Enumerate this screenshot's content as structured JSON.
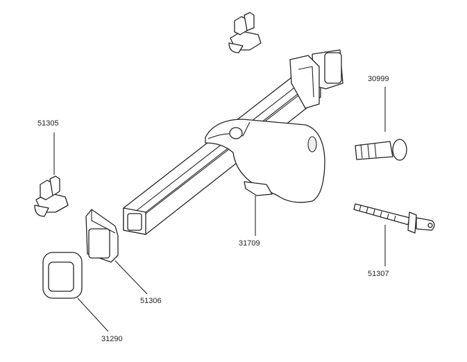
{
  "diagram": {
    "parts": [
      {
        "number": "51305",
        "name": "clip"
      },
      {
        "number": "30999",
        "name": "pin"
      },
      {
        "number": "31709",
        "name": "handle-housing"
      },
      {
        "number": "51307",
        "name": "bolt"
      },
      {
        "number": "51306",
        "name": "bracket"
      },
      {
        "number": "31290",
        "name": "end-cap"
      }
    ]
  }
}
